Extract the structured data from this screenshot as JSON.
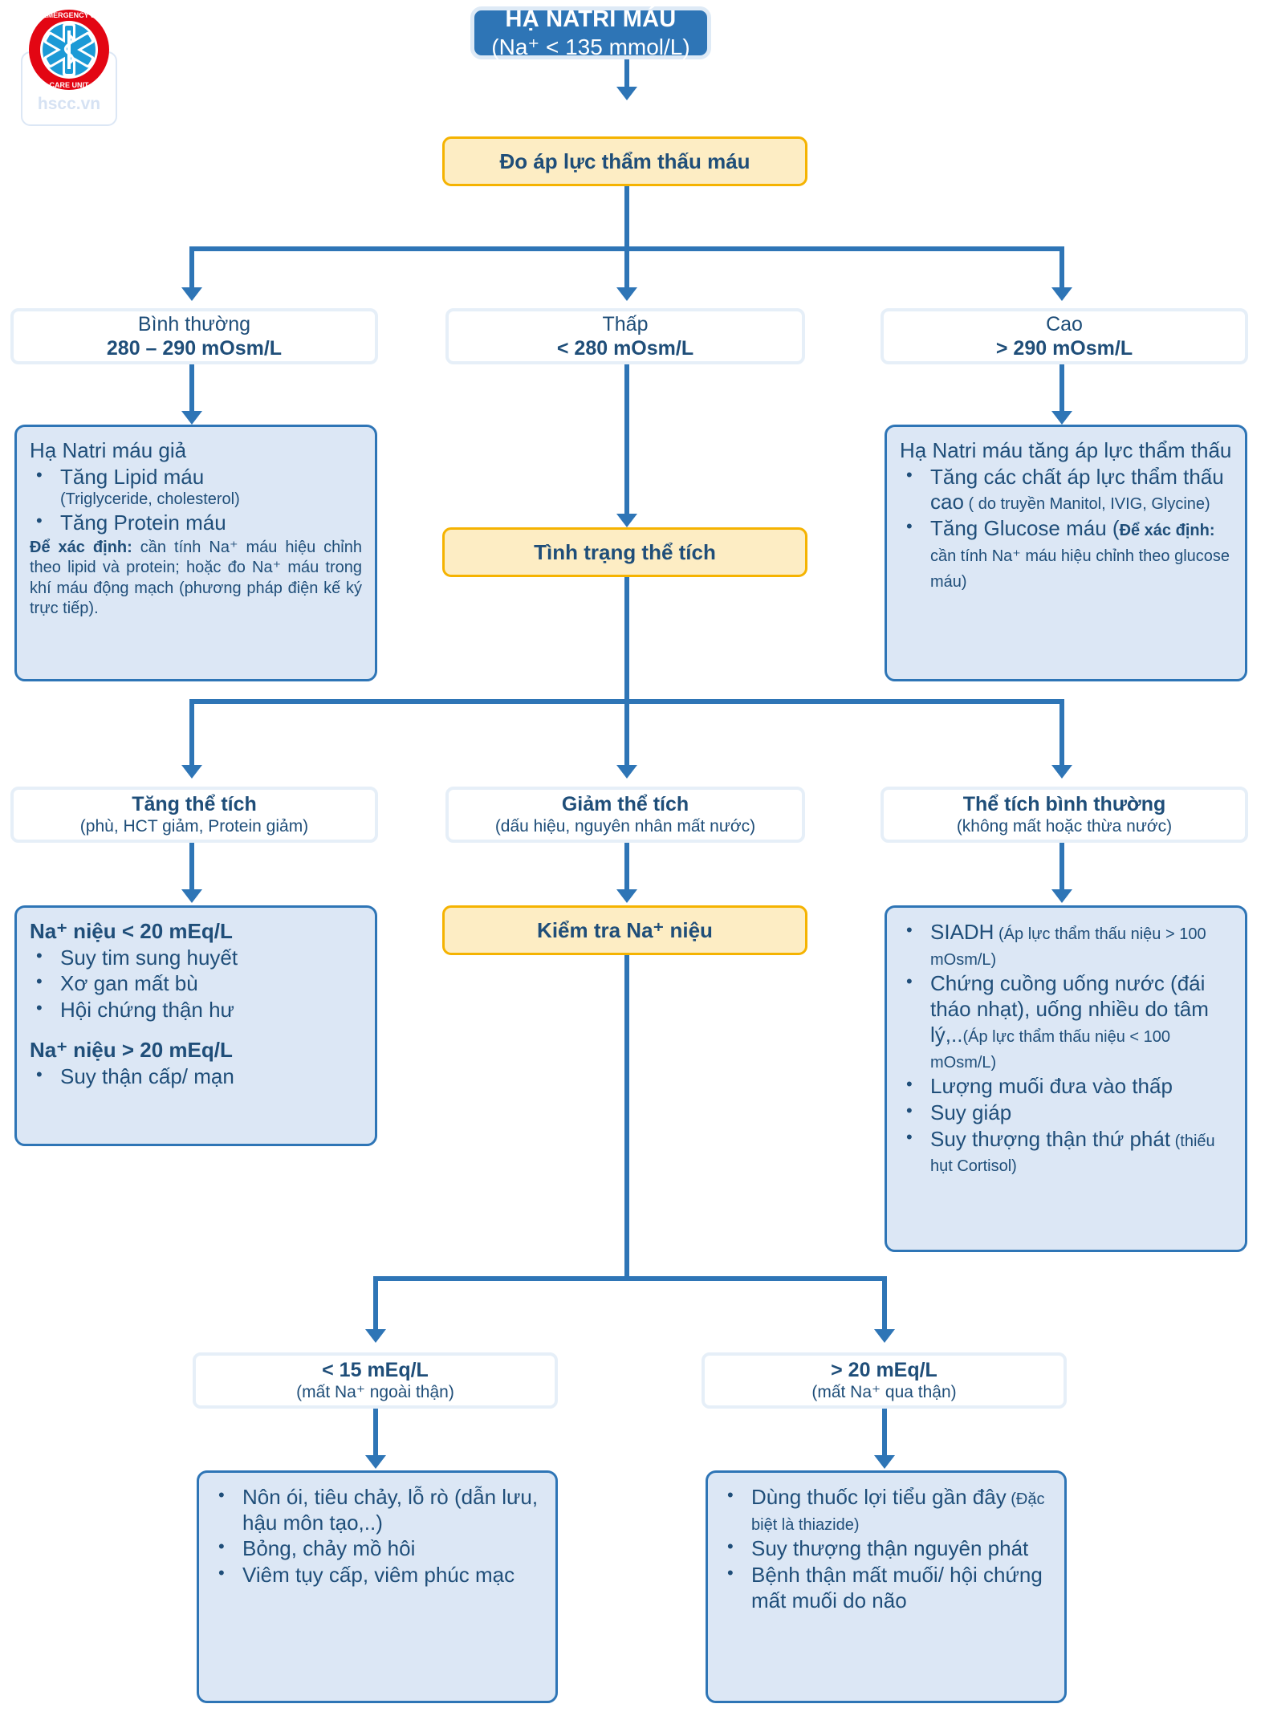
{
  "logo": {
    "name": "emergency-intensive-care-unit-logo",
    "ring_text_top": "EMERGENCY &",
    "ring_text_bottom": "CARE UNIT & INTENSIVE",
    "watermark": "hscc.vn",
    "ring_color": "#E30613",
    "star_color": "#1C9AD6"
  },
  "colors": {
    "accent_blue": "#2E75B6",
    "dark_blue_text": "#1F4E79",
    "fill_blue": "#DCE7F5",
    "yellow_fill": "#FDEDC4",
    "yellow_border": "#F5B301",
    "white_border": "#E6EFF8"
  },
  "root": {
    "title": "HẠ NATRI MÁU",
    "subtitle": "(Na⁺ < 135 mmol/L)"
  },
  "step_osmolality": {
    "label": "Đo áp lực thẩm thấu máu"
  },
  "osm_branches": [
    {
      "label": "Bình thường",
      "value": "280 – 290 mOsm/L"
    },
    {
      "label": "Thấp",
      "value": "< 280 mOsm/L"
    },
    {
      "label": "Cao",
      "value": "> 290 mOsm/L"
    }
  ],
  "pseudo_hyponatremia": {
    "header": "Hạ Natri máu giả",
    "items": [
      {
        "main": "Tăng Lipid máu",
        "sub": "(Triglyceride, cholesterol)"
      },
      {
        "main": "Tăng Protein máu",
        "sub": ""
      }
    ],
    "note_label": "Để xác định:",
    "note_text": " cần tính Na⁺ máu hiệu chỉnh theo lipid và protein; hoặc đo Na⁺ máu trong khí máu động mạch (phương pháp điện kế ký trực tiếp)."
  },
  "hypertonic_hyponatremia": {
    "header": "Hạ Natri máu tăng áp lực thẩm thấu",
    "item1_main": "Tăng các chất áp lực thẩm thấu cao",
    "item1_sub": " ( do truyền Manitol, IVIG, Glycine)",
    "item2_main": "Tăng Glucose máu (",
    "item2_bold": "Để xác định:",
    "item2_sub": " cần tính Na⁺ máu hiệu chỉnh theo glucose máu)"
  },
  "step_volume": {
    "label": "Tình trạng thể tích"
  },
  "volume_branches": [
    {
      "label": "Tăng thể tích",
      "sub": "(phù, HCT giảm, Protein giảm)"
    },
    {
      "label": "Giảm thể tích",
      "sub": "(dấu hiệu, nguyên nhân mất nước)"
    },
    {
      "label": "Thể tích bình thường",
      "sub": "(không mất hoặc thừa nước)"
    }
  ],
  "hypervolemic_causes": {
    "header1": "Na⁺ niệu < 20 mEq/L",
    "list1": [
      "Suy tim sung huyết",
      "Xơ gan mất bù",
      "Hội chứng thận hư"
    ],
    "header2": "Na⁺ niệu > 20 mEq/L",
    "list2": [
      "Suy thận cấp/ mạn"
    ]
  },
  "step_urine_na": {
    "label": "Kiểm tra Na⁺ niệu"
  },
  "euvolemic_causes": {
    "items": [
      {
        "main": "SIADH",
        "sub": " (Áp lực thẩm thấu niệu > 100 mOsm/L)"
      },
      {
        "main": "Chứng cuồng uống nước (đái tháo nhạt), uống nhiều do tâm lý,..",
        "sub": "(Áp lực thẩm thấu niệu < 100 mOsm/L)"
      },
      {
        "main": "Lượng muối đưa vào thấp",
        "sub": ""
      },
      {
        "main": "Suy giáp",
        "sub": ""
      },
      {
        "main": "Suy thượng thận thứ phát",
        "sub": " (thiếu hụt Cortisol)"
      }
    ]
  },
  "urine_na_branches": [
    {
      "label": "< 15 mEq/L",
      "sub": "(mất Na⁺ ngoài thận)"
    },
    {
      "label": "> 20 mEq/L",
      "sub": "(mất Na⁺ qua thận)"
    }
  ],
  "extrarenal_loss": {
    "items": [
      {
        "main": "Nôn ói, tiêu chảy, lỗ rò (dẫn lưu, hậu môn tạo,..)",
        "sub": ""
      },
      {
        "main": "Bỏng, chảy mồ hôi",
        "sub": ""
      },
      {
        "main": "Viêm tụy cấp, viêm phúc mạc",
        "sub": ""
      }
    ]
  },
  "renal_loss": {
    "items": [
      {
        "main": "Dùng thuốc lợi tiểu gần đây",
        "sub": " (Đặc biệt là thiazide)"
      },
      {
        "main": "Suy thượng thận nguyên phát",
        "sub": ""
      },
      {
        "main": "Bệnh thận mất muối/ hội chứng mất muối do não",
        "sub": ""
      }
    ]
  }
}
